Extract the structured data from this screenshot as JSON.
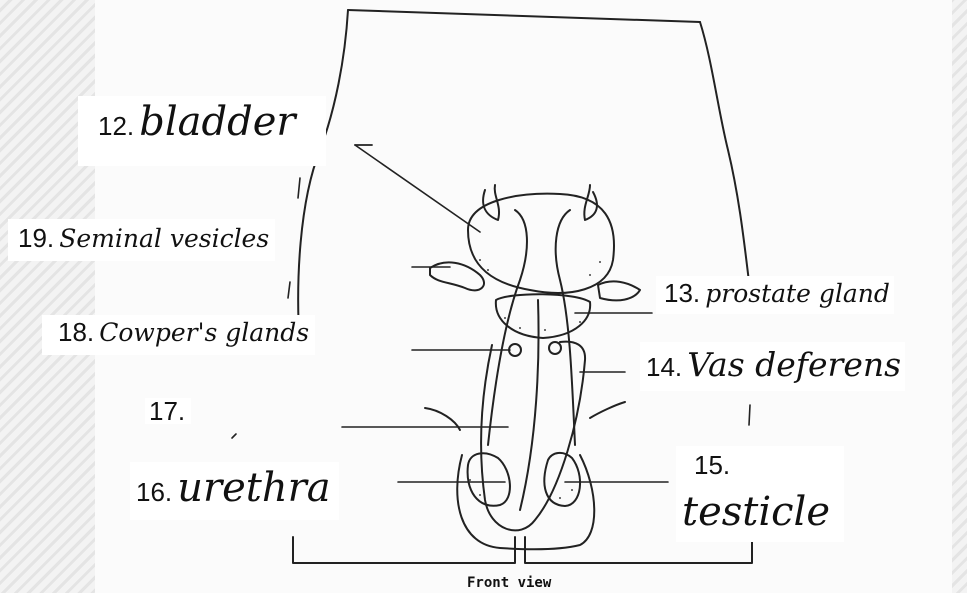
{
  "caption": "Front view",
  "labels": {
    "l12": {
      "num": "12.",
      "text": "bladder"
    },
    "l13": {
      "num": "13.",
      "text": "prostate gland"
    },
    "l14": {
      "num": "14.",
      "text": "Vas deferens"
    },
    "l15": {
      "num": "15.",
      "text": "testicle"
    },
    "l16": {
      "num": "16.",
      "text": "urethra"
    },
    "l17": {
      "num": "17.",
      "text": ""
    },
    "l18": {
      "num": "18.",
      "text": "Cowper's glands"
    },
    "l19": {
      "num": "19.",
      "text": "Seminal vesicles"
    }
  }
}
